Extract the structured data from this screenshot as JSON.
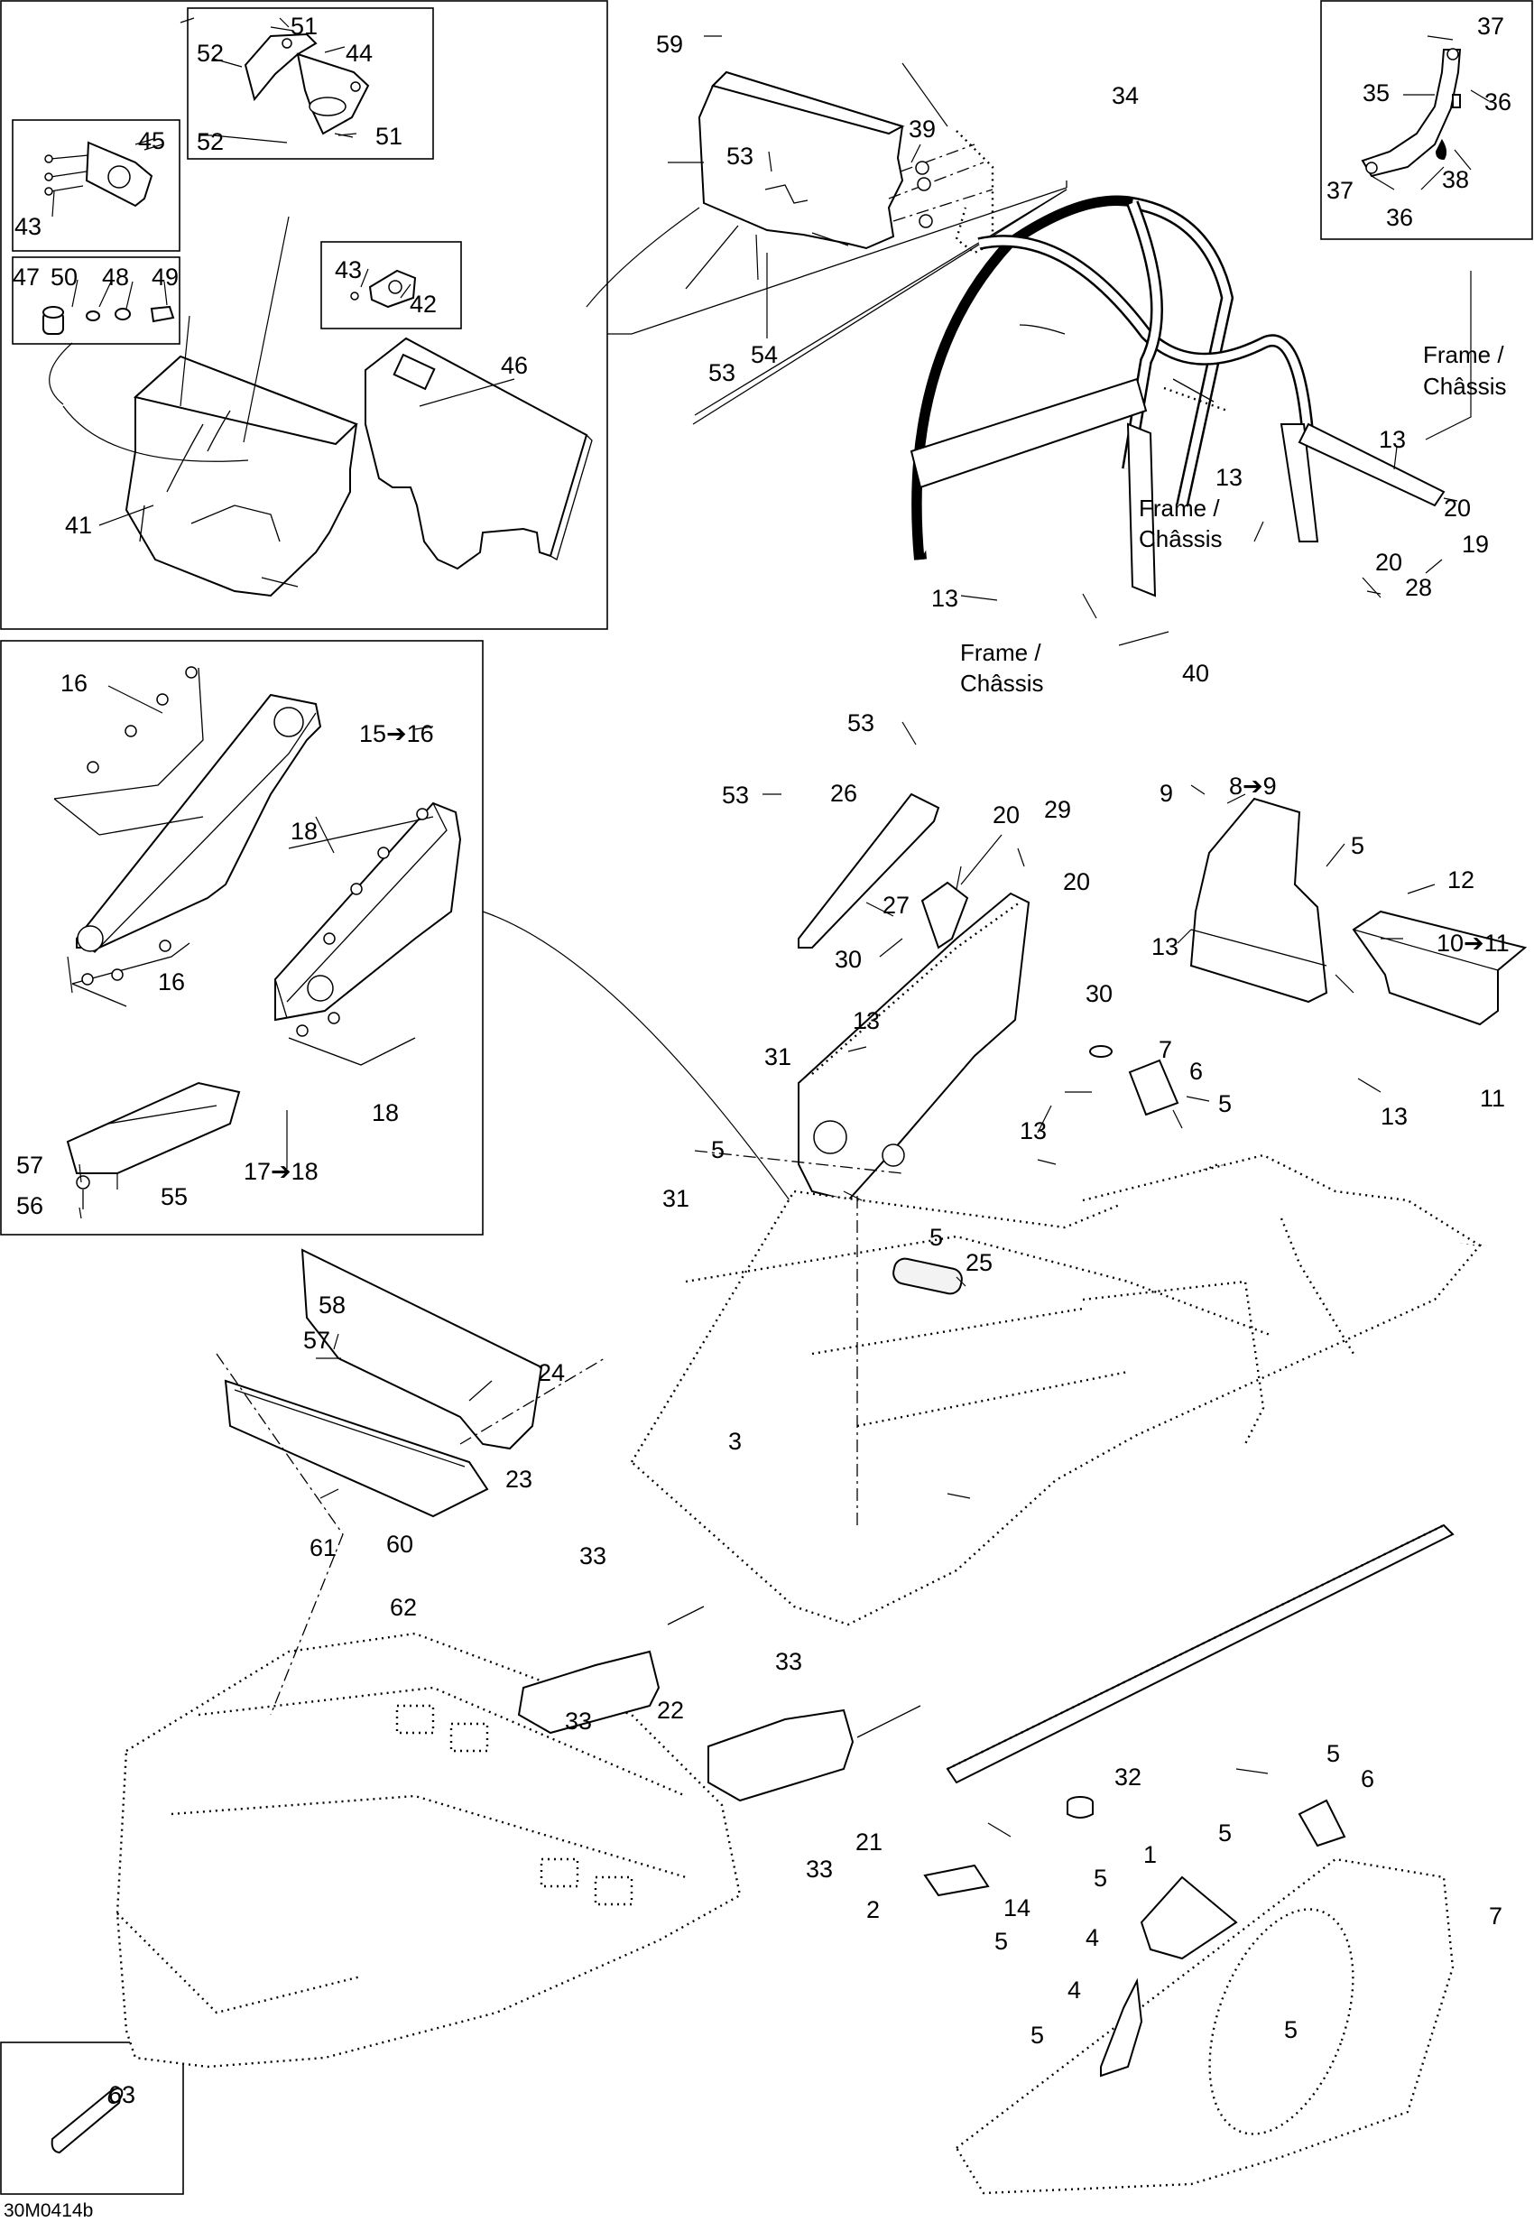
{
  "figure_code": "30M0414b",
  "frame_label": {
    "line1": "Frame /",
    "line2": "Châssis"
  },
  "callouts": {
    "c1": "1",
    "c2": "2",
    "c3": "3",
    "c4": "4",
    "c5": "5",
    "c6": "6",
    "c7": "7",
    "c8": "8",
    "c9": "9",
    "c10": "10",
    "c11": "11",
    "c12": "12",
    "c13": "13",
    "c14": "14",
    "c15": "15",
    "c16": "16",
    "c17": "17",
    "c18": "18",
    "c19": "19",
    "c20": "20",
    "c21": "21",
    "c22": "22",
    "c23": "23",
    "c24": "24",
    "c25": "25",
    "c26": "26",
    "c27": "27",
    "c28": "28",
    "c29": "29",
    "c30": "30",
    "c31": "31",
    "c32": "32",
    "c33": "33",
    "c34": "34",
    "c35": "35",
    "c36": "36",
    "c37": "37",
    "c38": "38",
    "c39": "39",
    "c40": "40",
    "c41": "41",
    "c42": "42",
    "c43": "43",
    "c44": "44",
    "c45": "45",
    "c46": "46",
    "c47": "47",
    "c48": "48",
    "c49": "49",
    "c50": "50",
    "c51": "51",
    "c52": "52",
    "c53": "53",
    "c54": "54",
    "c55": "55",
    "c56": "56",
    "c57": "57",
    "c58": "58",
    "c59": "59",
    "c60": "60",
    "c61": "61",
    "c62": "62",
    "c63": "63",
    "c8to9": "8➔9",
    "c10to11": "10➔11",
    "c15to16": "15➔16",
    "c17to18": "17➔18"
  }
}
